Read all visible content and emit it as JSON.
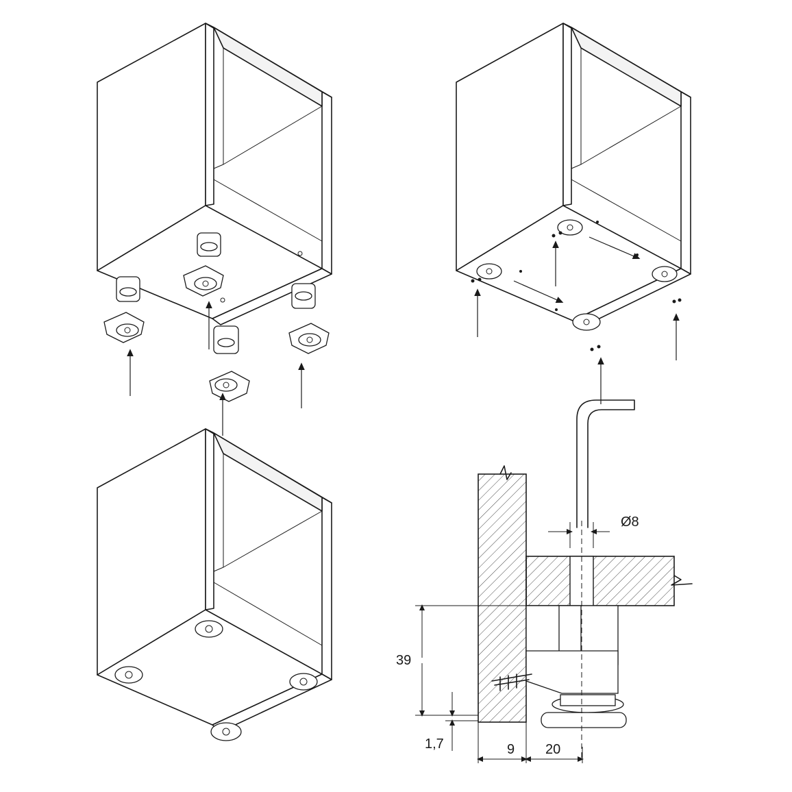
{
  "dimensions": {
    "diameter": "Ø8",
    "height": "39",
    "offset": "1,7",
    "panel_thickness": "9",
    "distance": "20"
  }
}
